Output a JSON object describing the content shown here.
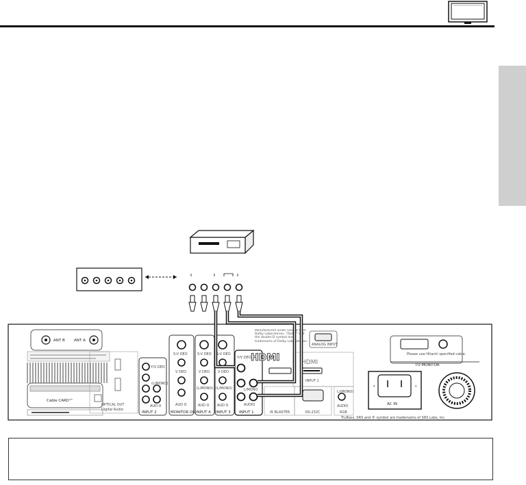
{
  "panel": {
    "antenna_b": "ANT B",
    "antenna_a": "ANT A",
    "cablecard_label": "Cable CARD™",
    "optical_out_1": "OPTICAL OUT",
    "optical_out_2": "Digital Audio",
    "input2": {
      "yvideo": "Y/V DEO",
      "lmono": "(L/MONO)",
      "audio": "AUD O",
      "label": "INPUT 2"
    },
    "monitor_out": {
      "svideo": "S-V DEO",
      "video": "V DEO",
      "audio": "AUD O",
      "label": "MONITOR OUT"
    },
    "input4": {
      "svideo": "S-V DEO",
      "video": "V DEO",
      "lmono": "(L/MONO)",
      "audio": "AUD O",
      "label": "INPUT 4"
    },
    "input3": {
      "svideo": "S-V DEO",
      "video": "V DEO",
      "lmono": "(L/MONO)",
      "audio": "AUD O",
      "label": "INPUT 3"
    },
    "input1": {
      "yvideo": "Y/V DEO",
      "lmono": "L/MONO",
      "audio": "AUDIO",
      "label": "INPUT 1"
    },
    "dolby_text": "Manufactured under license from Dolby Laboratories. \"Dolby\" and the double-D symbol are trademarks of Dolby Laboratories.",
    "hdmi_logo": "HDMI",
    "hdmi_label": "HDMI",
    "hdmi_input": "INPUT 1",
    "analog_input": "ANALOG INPUT",
    "ir_blaster": "IR BLASTER",
    "rs232c": "RS-232C",
    "rgb_lmono": "L/(MONO)",
    "rgb_audio": "AUDIO",
    "rgb": "RGB",
    "to_monitor": "TO MONITOR",
    "monitor_note": "Please use Hitachi specified cable.",
    "ac_in": "AC IN",
    "trademark": "TruBass, SRS and ® symbol are trademarks of SRS Labs, Inc."
  }
}
